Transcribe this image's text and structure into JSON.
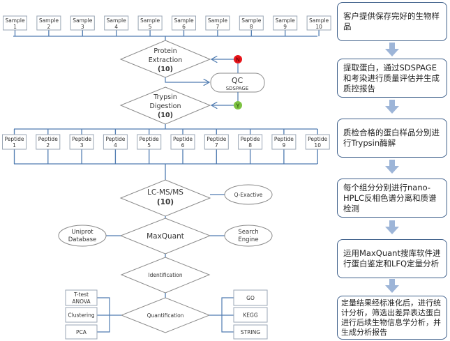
{
  "samples": [
    {
      "label": "Sample",
      "num": "1"
    },
    {
      "label": "Sample",
      "num": "2"
    },
    {
      "label": "Sample",
      "num": "3"
    },
    {
      "label": "Sample",
      "num": "4"
    },
    {
      "label": "Sample",
      "num": "5"
    },
    {
      "label": "Sample",
      "num": "6"
    },
    {
      "label": "Sample",
      "num": "7"
    },
    {
      "label": "Sample",
      "num": "8"
    },
    {
      "label": "Sample",
      "num": "9"
    },
    {
      "label": "Sample",
      "num": "10"
    }
  ],
  "peptides": [
    {
      "label": "Peptide",
      "num": "1"
    },
    {
      "label": "Peptide",
      "num": "2"
    },
    {
      "label": "Peptide",
      "num": "3"
    },
    {
      "label": "Peptide",
      "num": "4"
    },
    {
      "label": "Peptide",
      "num": "5"
    },
    {
      "label": "Peptide",
      "num": "6"
    },
    {
      "label": "Peptide",
      "num": "7"
    },
    {
      "label": "Peptide",
      "num": "8"
    },
    {
      "label": "Peptide",
      "num": "9"
    },
    {
      "label": "Peptide",
      "num": "10"
    }
  ],
  "flow": {
    "protein_extraction": {
      "line1": "Protein",
      "line2": "Extraction",
      "count": "(10)"
    },
    "qc": {
      "title": "QC",
      "subtitle": "SDSPAGE",
      "no": "N",
      "yes": "Y"
    },
    "trypsin": {
      "line1": "Trypsin",
      "line2": "Digestion",
      "count": "(10)"
    },
    "lcms": {
      "line1": "LC-MS/MS",
      "count": "(10)",
      "instrument": "Q-Exactive"
    },
    "maxquant": {
      "label": "MaxQuant",
      "left_line1": "Uniprot",
      "left_line2": "Database",
      "right_line1": "Search",
      "right_line2": "Engine"
    },
    "identification": {
      "label": "Identification"
    },
    "quantification": {
      "label": "Quantification",
      "left": [
        {
          "line1": "T-test",
          "line2": "ANOVA"
        },
        {
          "line1": "Clustering",
          "line2": ""
        },
        {
          "line1": "PCA",
          "line2": ""
        }
      ],
      "right": [
        "GO",
        "KEGG",
        "STRING"
      ]
    }
  },
  "steps": [
    "客户提供保存完好的生物样品",
    "提取蛋白，通过SDSPAGE和考染进行质量评估并生成质控报告",
    "质检合格的蛋白样品分别进行Trypsin酶解",
    "每个组分分别进行nano-HPLC反相色谱分离和质谱检测",
    "运用MaxQuant搜库软件进行蛋白鉴定和LFQ定量分析",
    "定量结果经标准化后，进行统计分析，筛选出差异表达蛋白进行后续生物信息学分析，并生成分析报告"
  ],
  "colors": {
    "line": "#4f7bb0",
    "shape": "#8a8a8a",
    "no": "#e8141a",
    "yes": "#7dc242",
    "arrow": "#9db5d8",
    "step_border": "#3e5f8a"
  }
}
